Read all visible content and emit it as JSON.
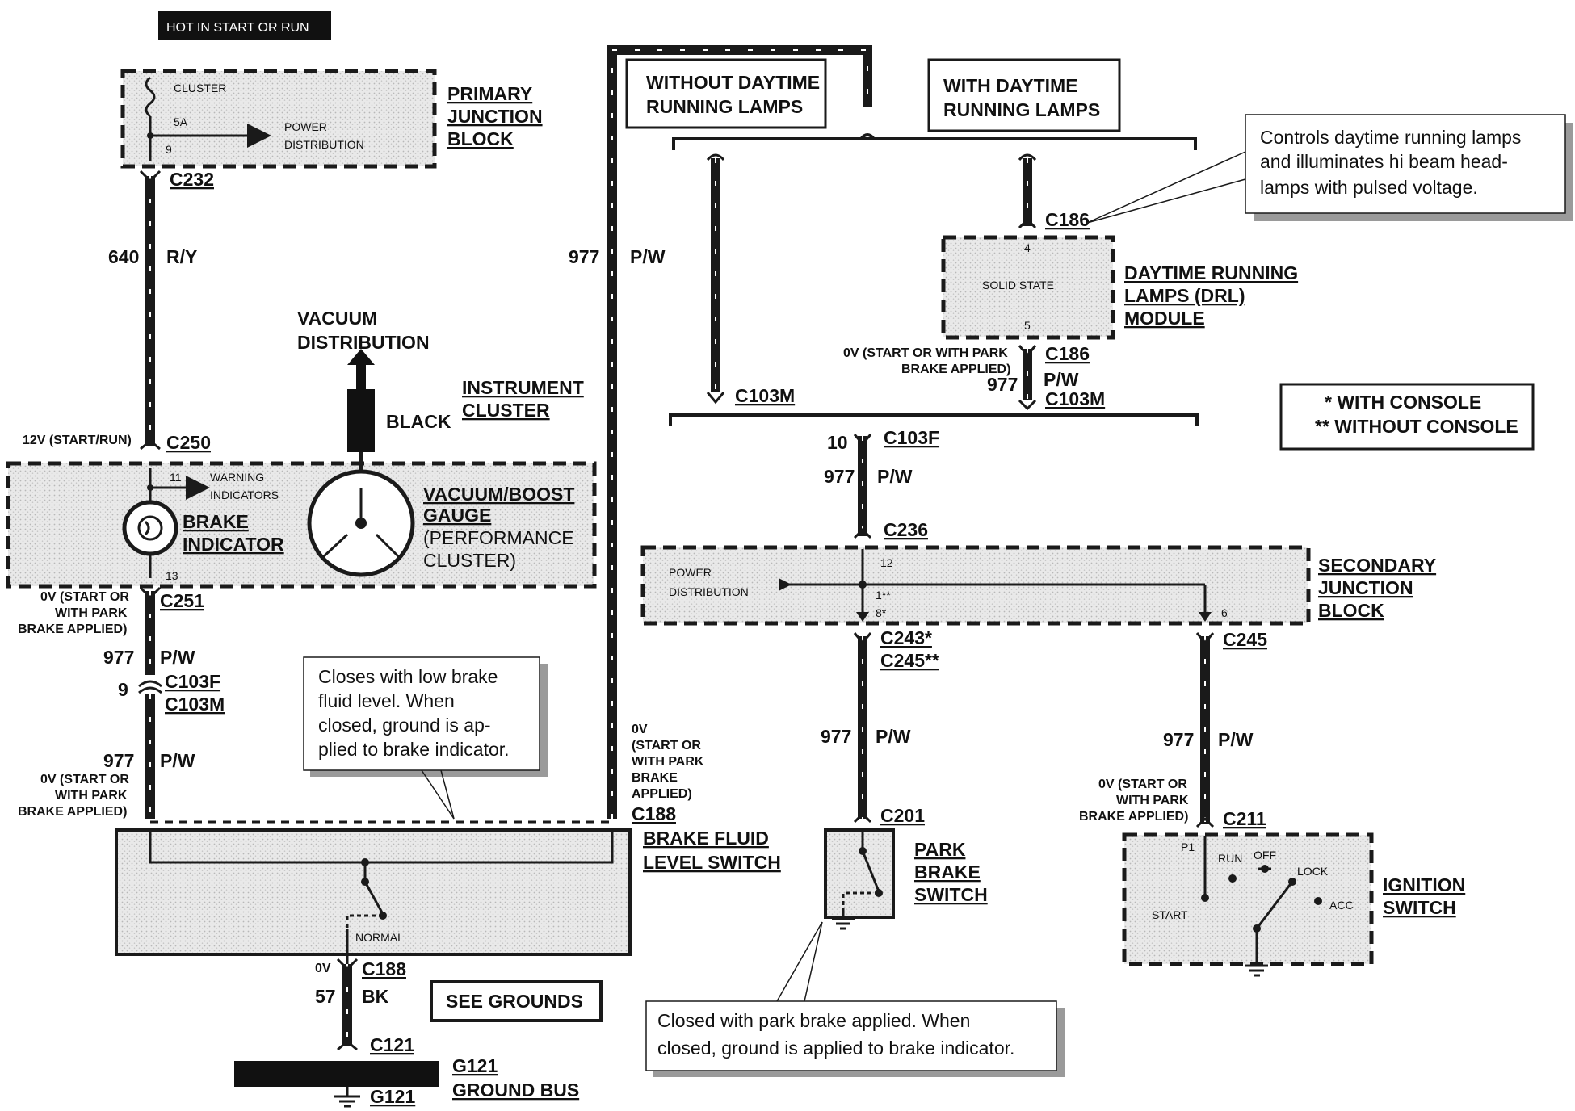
{
  "header": {
    "hot_label": "HOT IN START OR RUN"
  },
  "primary_junction_block": {
    "title_lines": [
      "PRIMARY",
      "JUNCTION",
      "BLOCK"
    ],
    "cluster_label": "CLUSTER",
    "fuse_label": "5A",
    "pin": "9",
    "power_distribution_lines": [
      "POWER",
      "DISTRIBUTION"
    ]
  },
  "connectors": {
    "c232": "C232",
    "c250": "C250",
    "c251": "C251",
    "c103f_left": "C103F",
    "c103m_left": "C103M",
    "c188_top": "C188",
    "c188_bottom": "C188",
    "c121": "C121",
    "c103m_mid": "C103M",
    "c186_top": "C186",
    "c186_bottom": "C186",
    "c103m_right": "C103M",
    "c103f_mid": "C103F",
    "c236": "C236",
    "c243": "C243*",
    "c245_a": "C245**",
    "c245_b": "C245",
    "c201": "C201",
    "c211": "C211"
  },
  "wires": {
    "w640": "640",
    "ry": "R/Y",
    "w977_top": "977",
    "pw_top": "P/W",
    "w977_left1": "977",
    "pw_left1": "P/W",
    "pin9": "9",
    "w977_left2": "977",
    "pw_left2": "P/W",
    "w977_drl": "977",
    "pw_drl": "P/W",
    "pin10": "10",
    "w977_mid": "977",
    "pw_mid": "P/W",
    "w977_park": "977",
    "pw_park": "P/W",
    "w977_ign": "977",
    "pw_ign": "P/W",
    "ov_label": "0V",
    "w57": "57",
    "bk": "BK"
  },
  "instrument_cluster": {
    "title_lines": [
      "INSTRUMENT",
      "CLUSTER"
    ],
    "voltage_label": "12V (START/RUN)",
    "pin_11": "11",
    "warning_lines": [
      "WARNING",
      "INDICATORS"
    ],
    "brake_indicator_lines": [
      "BRAKE",
      "INDICATOR"
    ],
    "pin_13": "13",
    "gauge_title_lines": [
      "VACUUM/BOOST",
      "GAUGE"
    ],
    "gauge_sub_lines": [
      "(PERFORMANCE",
      "CLUSTER)"
    ],
    "vacuum_lines": [
      "VACUUM",
      "DISTRIBUTION"
    ],
    "black_label": "BLACK"
  },
  "ov_labels": {
    "c251_lines": [
      "0V (START OR",
      "WITH PARK",
      "BRAKE APPLIED)"
    ],
    "left_bottom_lines": [
      "0V (START OR",
      "WITH PARK",
      "BRAKE APPLIED)"
    ],
    "c188_lines": [
      "0V",
      "(START OR",
      "WITH PARK",
      "BRAKE",
      "APPLIED)"
    ],
    "drl_lines": [
      "0V (START OR WITH PARK",
      "BRAKE APPLIED)"
    ],
    "c211_lines": [
      "0V (START OR",
      "WITH PARK",
      "BRAKE APPLIED)"
    ]
  },
  "brake_fluid_switch": {
    "title_lines": [
      "BRAKE FLUID",
      "LEVEL SWITCH"
    ],
    "normal_label": "NORMAL"
  },
  "notes": {
    "brake_fluid_lines": [
      "Closes with low brake",
      "fluid level.  When",
      "closed, ground is ap-",
      "plied to brake indicator."
    ],
    "park_brake_lines": [
      "Closed with park brake applied.  When",
      "closed, ground is applied to brake indicator."
    ],
    "drl_lines": [
      "Controls daytime running lamps",
      "and illuminates hi beam head-",
      "lamps with pulsed voltage."
    ]
  },
  "drl": {
    "without_lines": [
      "WITHOUT DAYTIME",
      "RUNNING LAMPS"
    ],
    "with_lines": [
      "WITH DAYTIME",
      "RUNNING LAMPS"
    ],
    "solid_state": "SOLID STATE",
    "pin_4": "4",
    "pin_5": "5",
    "module_lines": [
      "DAYTIME  RUNNING",
      "LAMPS (DRL)",
      "MODULE"
    ]
  },
  "legend": {
    "line1": "*  WITH CONSOLE",
    "line2": "**  WITHOUT CONSOLE"
  },
  "secondary_junction_block": {
    "title_lines": [
      "SECONDARY",
      "JUNCTION",
      "BLOCK"
    ],
    "power_distribution_lines": [
      "POWER",
      "DISTRIBUTION"
    ],
    "pin_12": "12",
    "pin_1": "1**",
    "pin_8": "8*",
    "pin_6": "6"
  },
  "park_brake_switch": {
    "title_lines": [
      "PARK",
      "BRAKE",
      "SWITCH"
    ]
  },
  "ignition_switch": {
    "title_lines": [
      "IGNITION",
      "SWITCH"
    ],
    "p1": "P1",
    "run": "RUN",
    "off": "OFF",
    "lock": "LOCK",
    "acc": "ACC",
    "start": "START"
  },
  "grounds": {
    "see_grounds": "SEE GROUNDS",
    "g121_top": "G121",
    "ground_bus": "GROUND BUS",
    "g121_bottom": "G121"
  }
}
